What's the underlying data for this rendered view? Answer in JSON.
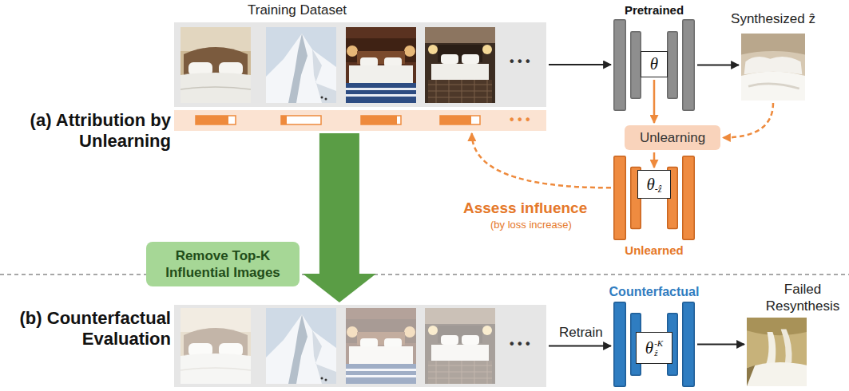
{
  "diagram": {
    "nodes": [
      {
        "text": [
          "Training Dataset",
          "• • •"
        ]
      },
      {
        "text": [
          "• • •"
        ]
      },
      {
        "text": [
          "Pretrained"
        ]
      },
      {
        "text": [
          "θ"
        ],
        "in": 2
      },
      {
        "text": [
          "Synthesized ẑ"
        ]
      },
      {
        "text": [
          "Unlearning"
        ]
      },
      {
        "text": [
          "Unlearned"
        ]
      },
      {
        "text": [
          "θ",
          "-ẑ"
        ],
        "in": 6
      },
      {
        "text": [
          "Remove Top-K Influential Images"
        ]
      },
      {
        "text": [
          "• • •"
        ]
      },
      {
        "text": [
          "Counterfactual"
        ]
      },
      {
        "text": [
          "θ",
          "-K",
          "ẑ"
        ],
        "in": 10
      },
      {
        "text": [
          "Failed Resynthesis"
        ]
      }
    ],
    "edges": [
      {
        "from": 0,
        "to": 2,
        "arrow": "to"
      },
      {
        "from": 2,
        "to": 4,
        "arrow": "to"
      },
      {
        "from": 3,
        "to": 5,
        "arrow": "to"
      },
      {
        "from": 4,
        "to": 5,
        "arrow": "to"
      },
      {
        "from": 5,
        "to": 7,
        "arrow": "to"
      },
      {
        "from": 6,
        "to": 1,
        "label": "Assess influence",
        "arrow": "to"
      },
      {
        "from": 1,
        "to": 9,
        "arrow": "to"
      },
      {
        "from": 9,
        "to": 10,
        "label": "Retrain",
        "arrow": "to"
      },
      {
        "from": 10,
        "to": 12,
        "arrow": "to"
      }
    ],
    "labels": [
      "(a) Attribution by Unlearning",
      "(by loss increase)",
      "(b) Counterfactual Evaluation"
    ]
  }
}
